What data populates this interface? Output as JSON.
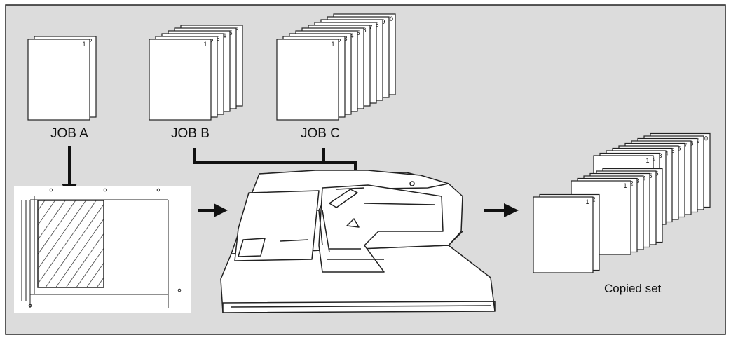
{
  "jobs": [
    {
      "label": "JOB A",
      "pages": [
        "1",
        "2"
      ]
    },
    {
      "label": "JOB B",
      "pages": [
        "1",
        "2",
        "3",
        "4",
        "5",
        "6"
      ]
    },
    {
      "label": "JOB C",
      "pages": [
        "1",
        "2",
        "3",
        "4",
        "5",
        "6",
        "7",
        "8",
        "9",
        "10"
      ]
    }
  ],
  "copied_set": {
    "label": "Copied set"
  },
  "colors": {
    "panel_bg": "#dcdcdc",
    "border": "#222222",
    "paper": "#ffffff",
    "ink": "#111111"
  }
}
